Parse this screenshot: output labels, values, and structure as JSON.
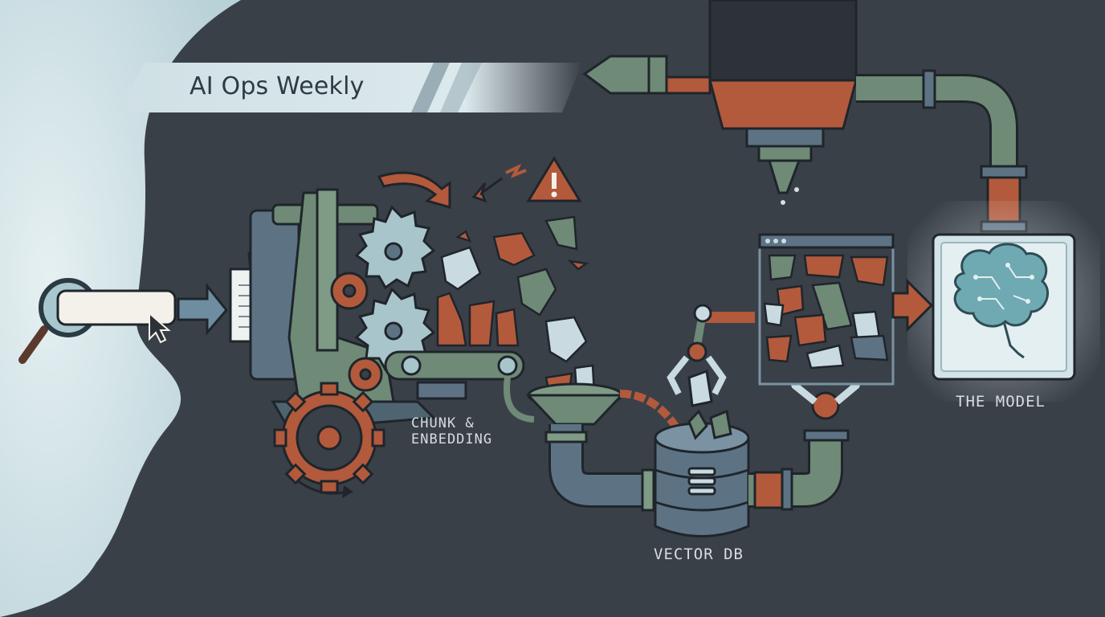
{
  "banner": {
    "title": "AI Ops Weekly"
  },
  "labels": {
    "chunk_line1": "CHUNK &",
    "chunk_line2": "ENBEDDING",
    "vector_db": "VECTOR DB",
    "model": "THE MODEL"
  },
  "colors": {
    "background": "#3a4048",
    "panel_left": "#cfe2e6",
    "banner": "#d7e6ea",
    "machine_green": "#6f8a76",
    "pipe_blue": "#5d7384",
    "rust": "#b35a3c",
    "outline": "#1f252b"
  },
  "icons": [
    "magnifier-icon",
    "cursor-icon",
    "document-icon",
    "saw-blade-icon",
    "gear-icon",
    "warning-icon",
    "database-icon",
    "brain-icon",
    "funnel-icon",
    "claw-icon",
    "arrow-right-icon"
  ]
}
